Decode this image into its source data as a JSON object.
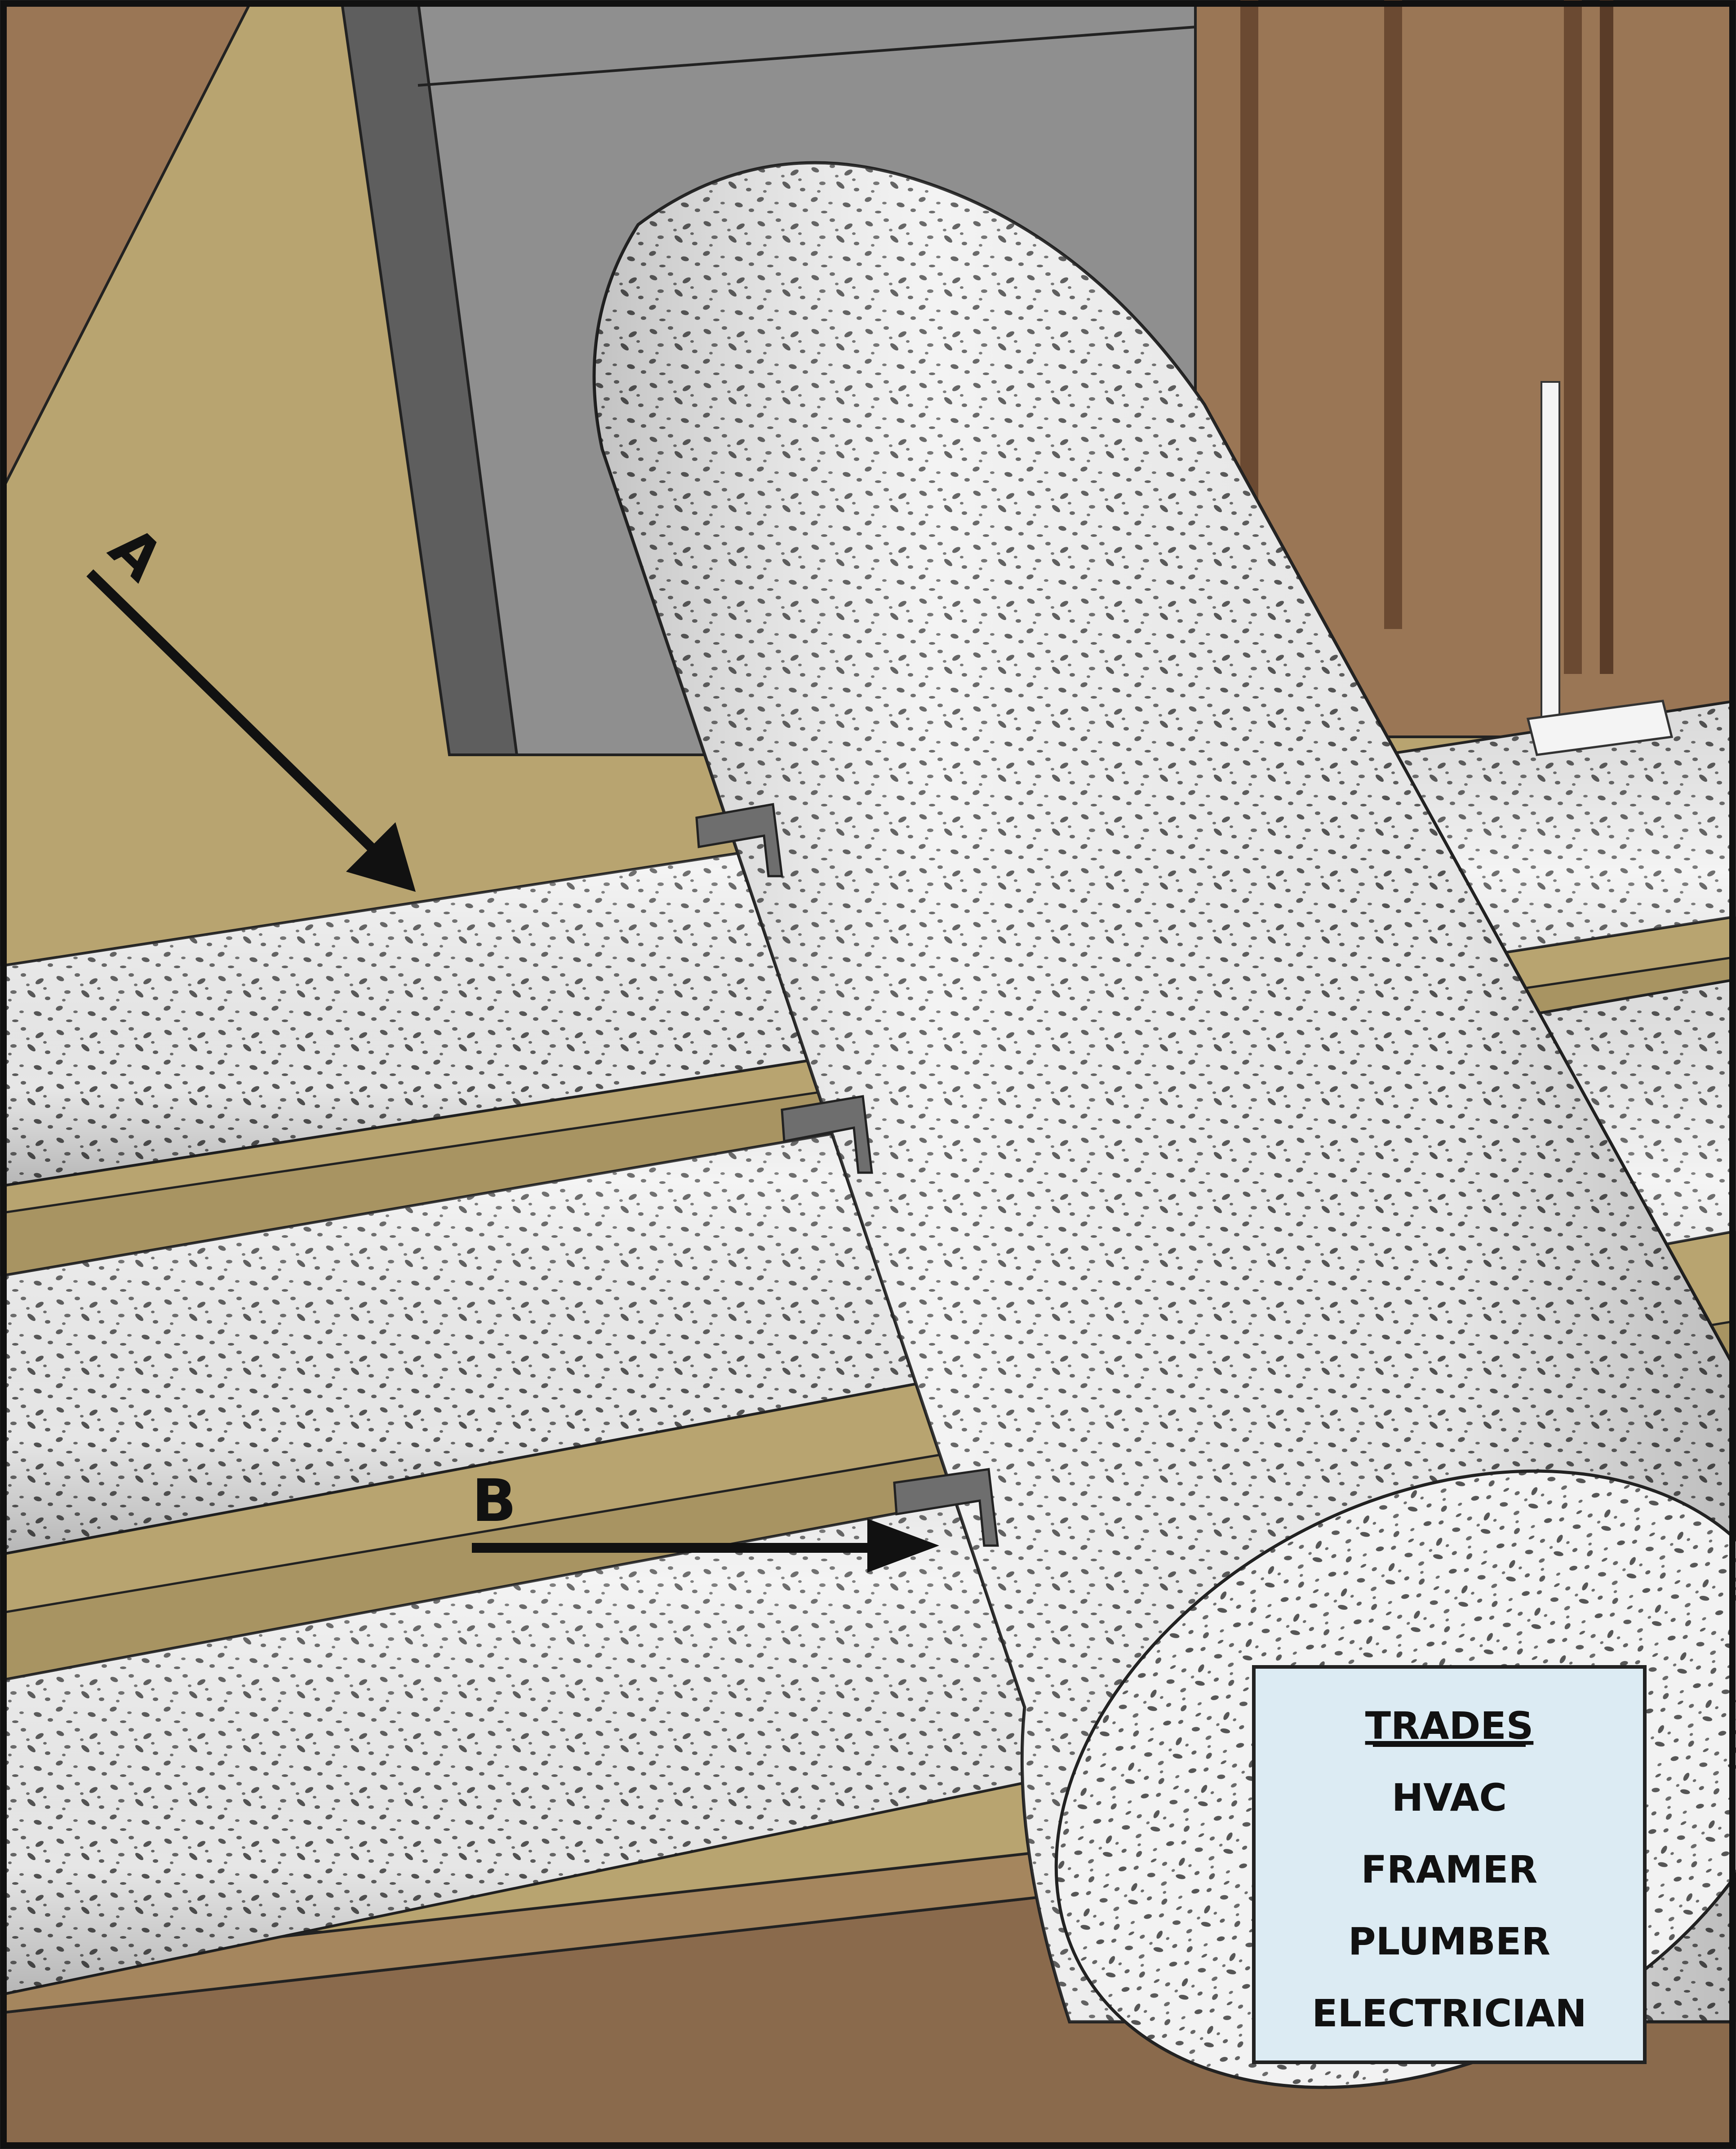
{
  "callouts": {
    "a": "A",
    "b": "B"
  },
  "legend": {
    "heading": "TRADES",
    "items": [
      "HVAC",
      "FRAMER",
      "PLUMBER",
      "ELECTRICIAN"
    ]
  },
  "colors": {
    "wood": "#9a7655",
    "wood_dark": "#6b4a32",
    "subfloor": "#b8a470",
    "plenum": "#8f8f8f",
    "plenum_side": "#5e5e5e",
    "insulation": "#f0f0f0",
    "insulation_speckle": "#555555",
    "bracket": "#6e6e6e",
    "legend_bg": "#dcebf3",
    "arrow": "#111111"
  }
}
